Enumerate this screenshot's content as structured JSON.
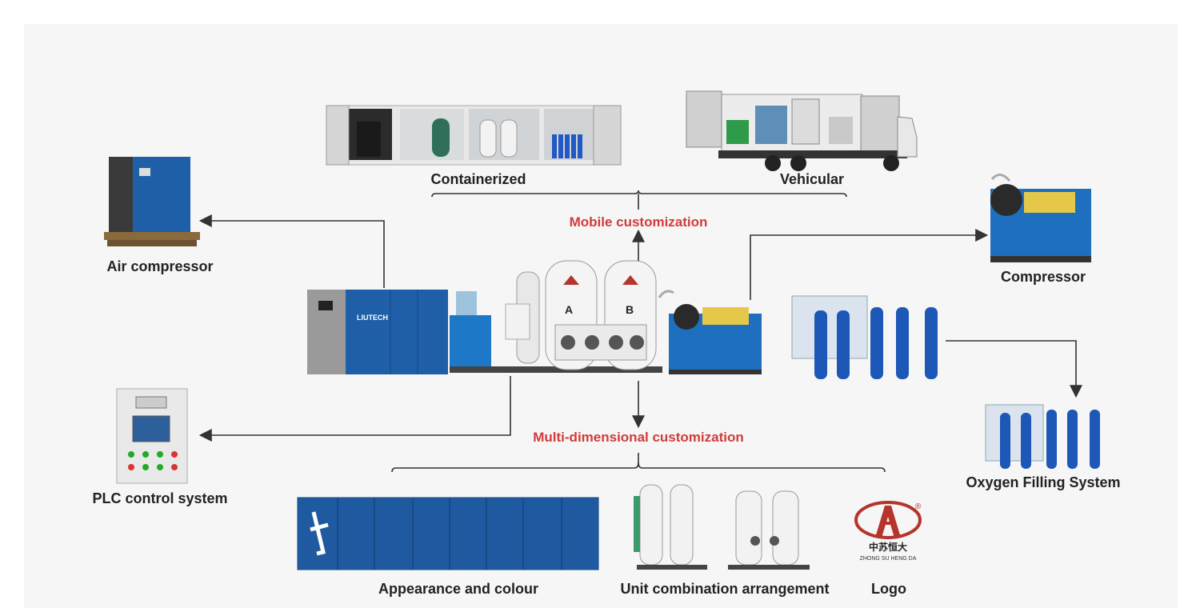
{
  "labels": {
    "containerized": "Containerized",
    "vehicular": "Vehicular",
    "mobile_customization": "Mobile customization",
    "air_compressor": "Air compressor",
    "compressor": "Compressor",
    "plc_control_system": "PLC control system",
    "multi_dimensional_customization": "Multi-dimensional customization",
    "oxygen_filling_system": "Oxygen Filling System",
    "appearance_and_colour": "Appearance and colour",
    "unit_combination_arrangement": "Unit combination arrangement",
    "logo": "Logo"
  },
  "equipment_text": {
    "compressor_brand": "LIUTECH",
    "tower_a": "A",
    "tower_b": "B",
    "logo_cn": "中苏恒大",
    "logo_en": "ZHONG SU HENG DA",
    "registered": "®"
  },
  "colors": {
    "accent_red": "#d23b3b",
    "equipment_blue": "#1f5fa8",
    "cylinder_blue": "#1d58b8",
    "container_blue": "#1f5aa0",
    "logo_red": "#b5342b"
  }
}
